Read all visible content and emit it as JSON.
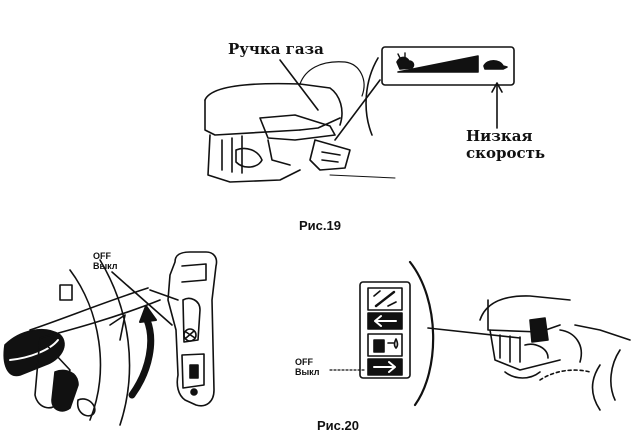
{
  "fig19": {
    "caption": "Рис.19",
    "throttle_label": "Ручка газа",
    "low_speed_label": [
      "Низкая",
      "скорость"
    ]
  },
  "fig20": {
    "caption": "Рис.20",
    "off_left": [
      "OFF",
      "Выкл"
    ],
    "off_right": [
      "OFF",
      "Выкл"
    ]
  },
  "icons": [
    "rabbit-icon",
    "turtle-icon",
    "choke-icon",
    "arrow-left-icon",
    "fuel-tap-icon",
    "arrow-right-icon"
  ],
  "colors": {
    "ink": "#111111",
    "paper": "#ffffff"
  }
}
